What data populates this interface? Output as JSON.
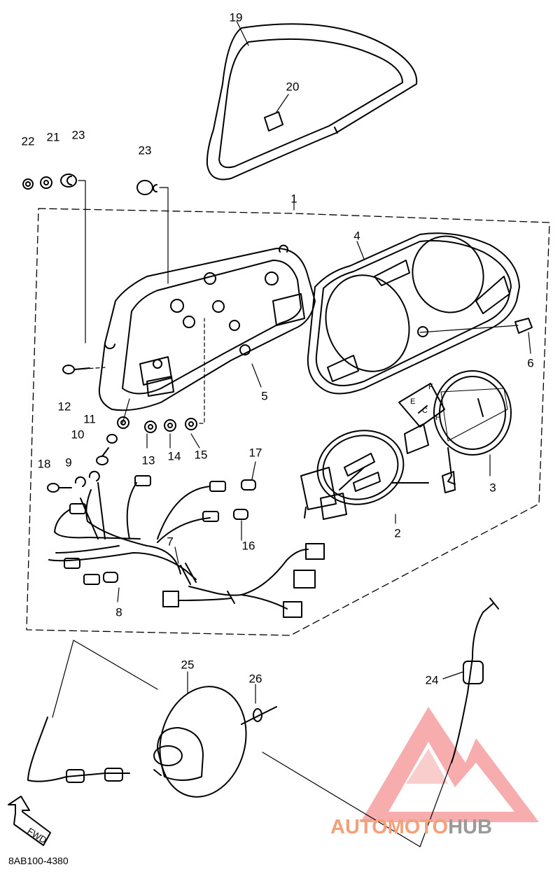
{
  "diagram": {
    "code": "8AB100-4380",
    "fwd_label": "FWD",
    "part_numbers": [
      "1",
      "2",
      "3",
      "4",
      "5",
      "6",
      "7",
      "8",
      "9",
      "10",
      "11",
      "12",
      "13",
      "14",
      "15",
      "16",
      "17",
      "18",
      "19",
      "20",
      "21",
      "22",
      "23",
      "23",
      "24",
      "25",
      "26"
    ]
  },
  "gauge_marks": {
    "fuel_e": "E",
    "fuel_f": "F",
    "temp_c": "C",
    "temp_h": "H"
  },
  "watermark": {
    "text_a": "AUTOMOTO",
    "text_b": "HUB",
    "color_a": "#f4a07a",
    "color_b": "#9a9a9a",
    "logo_color": "#f05a5a"
  }
}
